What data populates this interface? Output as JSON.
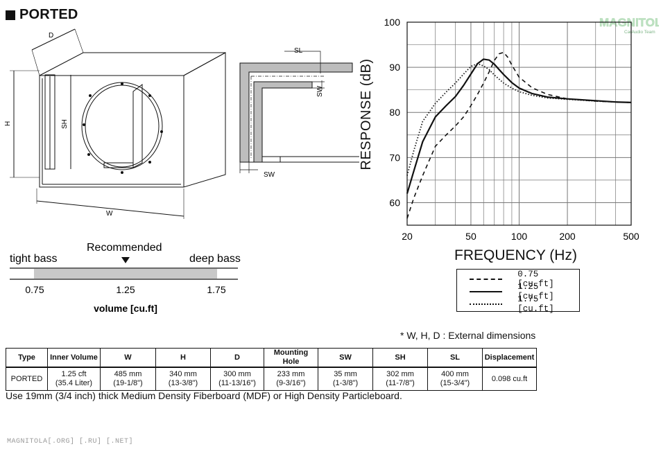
{
  "title": "PORTED",
  "logo": {
    "name": "MAGNITOLA",
    "tagline": "CarAudio Team",
    "color": "#bfe3c3"
  },
  "box_drawing": {
    "labels": {
      "depth": "D",
      "height": "H",
      "port_height": "SH",
      "width": "W",
      "port_length": "SL",
      "port_width_top": "SW",
      "port_width_bottom": "SW"
    }
  },
  "volume_scale": {
    "left_label": "tight bass",
    "center_label": "Recommended",
    "right_label": "deep bass",
    "ticks": [
      "0.75",
      "1.25",
      "1.75"
    ],
    "xlabel": "volume [cu.ft]",
    "band_color": "#c8c8c8"
  },
  "chart_data": {
    "type": "line",
    "xscale": "log",
    "xlim": [
      20,
      500
    ],
    "ylim": [
      55,
      100
    ],
    "xticks": [
      20,
      50,
      100,
      200,
      500
    ],
    "xtick_labels": [
      "20",
      "50",
      "100",
      "200",
      "500"
    ],
    "yticks": [
      60,
      70,
      80,
      90,
      100
    ],
    "ytick_labels": [
      "60",
      "70",
      "80",
      "90",
      "100"
    ],
    "xlabel": "FREQUENCY (Hz)",
    "ylabel": "RESPONSE (dB)",
    "grid": true,
    "legend_position": "bottom-right",
    "series": [
      {
        "name": "0.75 [cu.ft]",
        "style": "dashed",
        "x": [
          20,
          22,
          25,
          30,
          35,
          40,
          45,
          50,
          55,
          60,
          65,
          70,
          75,
          80,
          85,
          90,
          100,
          120,
          150,
          200,
          300,
          400,
          500
        ],
        "y": [
          56.5,
          61,
          66,
          72.5,
          75,
          77,
          79,
          81.5,
          84,
          86.5,
          89,
          91.5,
          93,
          93.3,
          92.2,
          90.5,
          87.8,
          85.5,
          84,
          83,
          82.5,
          82.3,
          82.2
        ]
      },
      {
        "name": "1.25 [cu.ft]",
        "style": "solid",
        "x": [
          20,
          22,
          25,
          30,
          35,
          40,
          45,
          50,
          55,
          60,
          65,
          70,
          75,
          80,
          90,
          100,
          120,
          150,
          200,
          300,
          400,
          500
        ],
        "y": [
          62,
          67,
          73.5,
          79,
          81.5,
          83.5,
          86,
          88.5,
          90.8,
          91.8,
          91.6,
          90.7,
          89.5,
          88.4,
          86.6,
          85.4,
          84.2,
          83.4,
          83,
          82.6,
          82.3,
          82.2
        ]
      },
      {
        "name": "1.75 [cu.ft]",
        "style": "dotted",
        "x": [
          20,
          22,
          25,
          30,
          35,
          40,
          45,
          50,
          55,
          60,
          65,
          70,
          80,
          90,
          100,
          120,
          150,
          200,
          300,
          400,
          500
        ],
        "y": [
          66,
          71.5,
          78,
          82,
          84.5,
          86.5,
          88.5,
          90.2,
          90.8,
          90.3,
          89.5,
          88.3,
          86.5,
          85.4,
          84.6,
          83.8,
          83.2,
          82.9,
          82.5,
          82.3,
          82.2
        ]
      }
    ]
  },
  "note": "* W, H, D : External dimensions",
  "table": {
    "headers": [
      "Type",
      "Inner Volume",
      "W",
      "H",
      "D",
      "Mounting Hole",
      "SW",
      "SH",
      "SL",
      "Displacement"
    ],
    "rows": [
      [
        [
          "PORTED"
        ],
        [
          "1.25 cft",
          "(35.4 Liter)"
        ],
        [
          "485 mm",
          "(19-1/8\")"
        ],
        [
          "340 mm",
          "(13-3/8\")"
        ],
        [
          "300 mm",
          "(11-13/16\")"
        ],
        [
          "233 mm",
          "(9-3/16\")"
        ],
        [
          "35 mm",
          "(1-3/8\")"
        ],
        [
          "302 mm",
          "(11-7/8\")"
        ],
        [
          "400 mm",
          "(15-3/4\")"
        ],
        [
          "0.098 cu.ft"
        ]
      ]
    ]
  },
  "footer_note": "Use 19mm (3/4 inch) thick Medium Density Fiberboard (MDF) or High Density Particleboard.",
  "watermark": "MAGNITOLA[.ORG] [.RU] [.NET]"
}
